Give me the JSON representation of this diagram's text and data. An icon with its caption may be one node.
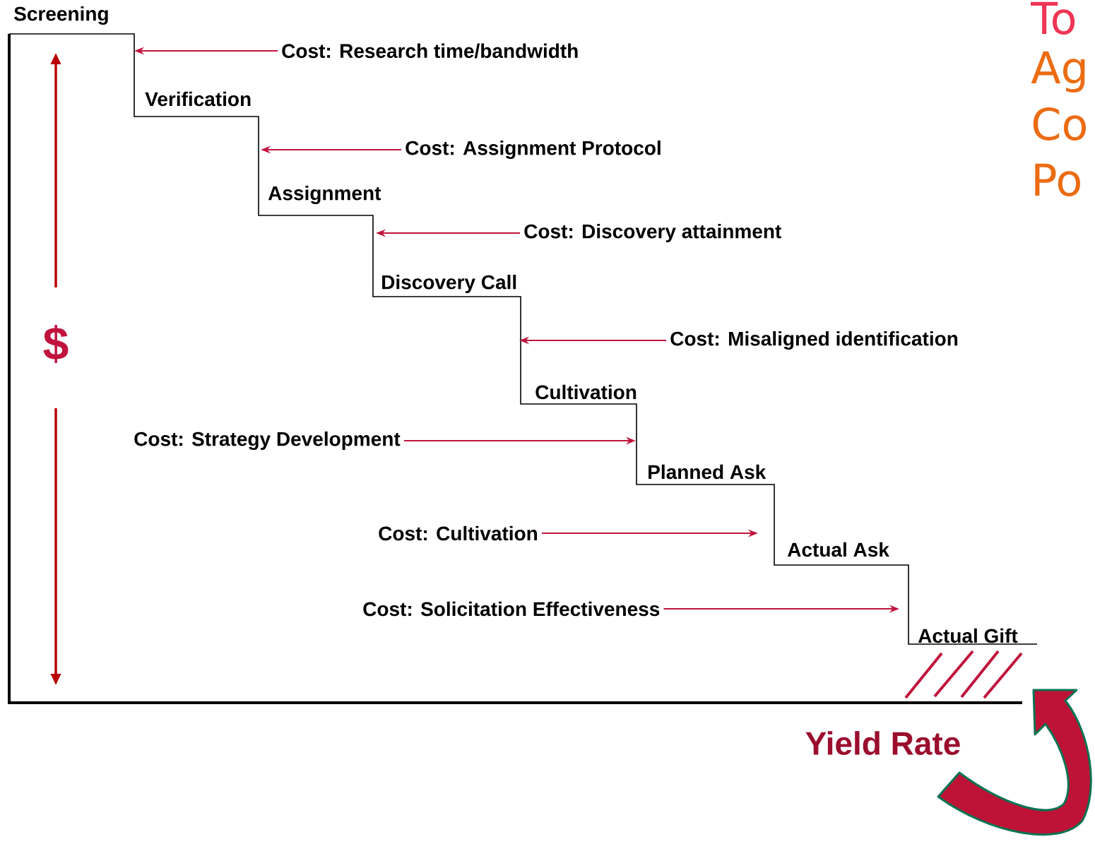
{
  "diagram": {
    "nodes": [
      {
        "text": [
          "Cost: Research time/bandwidth"
        ]
      },
      {
        "text": [
          "Cost: Assignment Protocol"
        ]
      },
      {
        "text": [
          "Cost: Discovery attainment"
        ]
      },
      {
        "text": [
          "Cost: Misaligned identification"
        ]
      },
      {
        "text": [
          "Cost: Strategy Development"
        ]
      },
      {
        "text": [
          "Cost: Cultivation"
        ]
      },
      {
        "text": [
          "Cost: Solicitation Effectiveness"
        ]
      }
    ],
    "edges": [
      {
        "from": 0,
        "to": null,
        "arrow": "to"
      },
      {
        "from": 1,
        "to": null,
        "arrow": "to"
      },
      {
        "from": 2,
        "to": null,
        "arrow": "to"
      },
      {
        "from": 3,
        "to": null,
        "arrow": "to"
      },
      {
        "from": 4,
        "to": null,
        "arrow": "to"
      },
      {
        "from": 5,
        "to": null,
        "arrow": "to"
      },
      {
        "from": 6,
        "to": null,
        "arrow": "to"
      }
    ],
    "labels": [
      "To",
      "Ag",
      "Co",
      "Po",
      "Screening",
      "Verification",
      "Assignment",
      "Discovery Call",
      "$",
      "Cultivation",
      "Planned Ask",
      "Actual Ask",
      "Actual Gift",
      "Yield Rate"
    ]
  }
}
